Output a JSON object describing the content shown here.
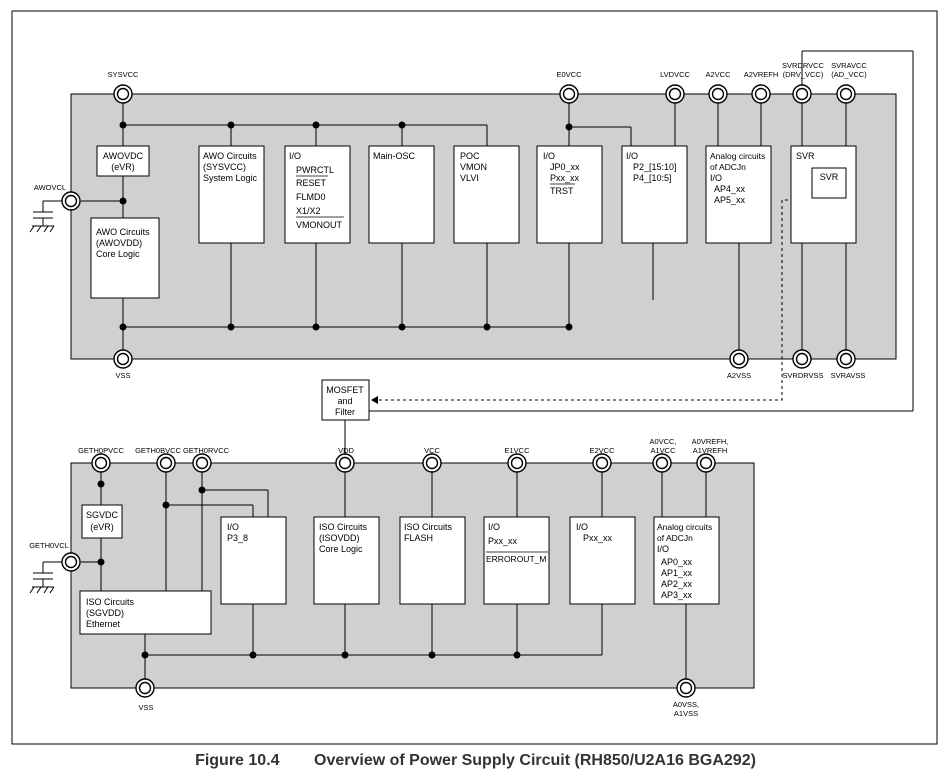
{
  "caption": {
    "number": "Figure 10.4",
    "title": "Overview of Power Supply Circuit (RH850/U2A16 BGA292)"
  },
  "colors": {
    "region_fill": "#d0d0d0",
    "line": "#000000",
    "block_fill": "#ffffff"
  },
  "top": {
    "pins": {
      "sysvcc": "SYSVCC",
      "e0vcc": "E0VCC",
      "lvdvcc": "LVDVCC",
      "a2vcc": "A2VCC",
      "a2vrefh": "A2VREFH",
      "svrdrvcc_1": "SVRDRVCC",
      "svrdrvcc_2": "(DRV_VCC)",
      "svravcc_1": "SVRAVCC",
      "svravcc_2": "(AD_VCC)",
      "awovcl": "AWOVCL",
      "vss": "VSS",
      "a2vss": "A2VSS",
      "svrdrvss": "SVRDRVSS",
      "svravss": "SVRAVSS"
    },
    "blocks": {
      "awovdc": [
        "AWOVDC",
        "(eVR)"
      ],
      "awo_core": [
        "AWO Circuits",
        "(AWOVDD)",
        "Core Logic"
      ],
      "awo_sys": [
        "AWO Circuits",
        "(SYSVCC)",
        "System Logic"
      ],
      "io_a": [
        "I/O",
        "PWRCTL",
        "RESET",
        "FLMD0",
        "X1/X2",
        "VMONOUT"
      ],
      "mainosc": [
        "Main-OSC"
      ],
      "poc": [
        "POC",
        "VMON",
        "VLVI"
      ],
      "io_b": [
        "I/O",
        "JP0_xx",
        "Pxx_xx",
        "TRST"
      ],
      "io_c": [
        "I/O",
        "P2_[15:10]",
        "P4_[10:5]"
      ],
      "analog2": [
        "Analog circuits",
        "of ADCJn",
        "I/O",
        "AP4_xx",
        "AP5_xx"
      ],
      "svr_outer": [
        "SVR"
      ],
      "svr_inner": [
        "SVR"
      ]
    }
  },
  "mosfet": [
    "MOSFET",
    "and",
    "Filter"
  ],
  "bottom": {
    "pins": {
      "geth0pvcc": "GETH0PVCC",
      "geth0bvcc": "GETH0BVCC",
      "geth0rvcc": "GETH0RVCC",
      "vdd": "VDD",
      "vcc": "VCC",
      "e1vcc": "E1VCC",
      "e2vcc": "E2VCC",
      "a0vcc_1": "A0VCC,",
      "a0vcc_2": "A1VCC",
      "a0vrefh_1": "A0VREFH,",
      "a0vrefh_2": "A1VREFH",
      "geth0vcl": "GETH0VCL",
      "vss": "VSS",
      "a0vss_1": "A0VSS,",
      "a0vss_2": "A1VSS"
    },
    "blocks": {
      "sgvdc": [
        "SGVDC",
        "(eVR)"
      ],
      "iso_eth": [
        "ISO Circuits",
        "(SGVDD)",
        "Ethernet"
      ],
      "io_p38": [
        "I/O",
        "P3_8"
      ],
      "iso_core": [
        "ISO Circuits",
        "(ISOVDD)",
        "Core Logic"
      ],
      "iso_flash": [
        "ISO Circuits",
        "FLASH"
      ],
      "io_err": [
        "I/O",
        "Pxx_xx",
        "ERROROUT_M"
      ],
      "io_pxx": [
        "I/O",
        "Pxx_xx"
      ],
      "analog0": [
        "Analog circuits",
        "of ADCJn",
        "I/O",
        "AP0_xx",
        "AP1_xx",
        "AP2_xx",
        "AP3_xx"
      ]
    }
  }
}
